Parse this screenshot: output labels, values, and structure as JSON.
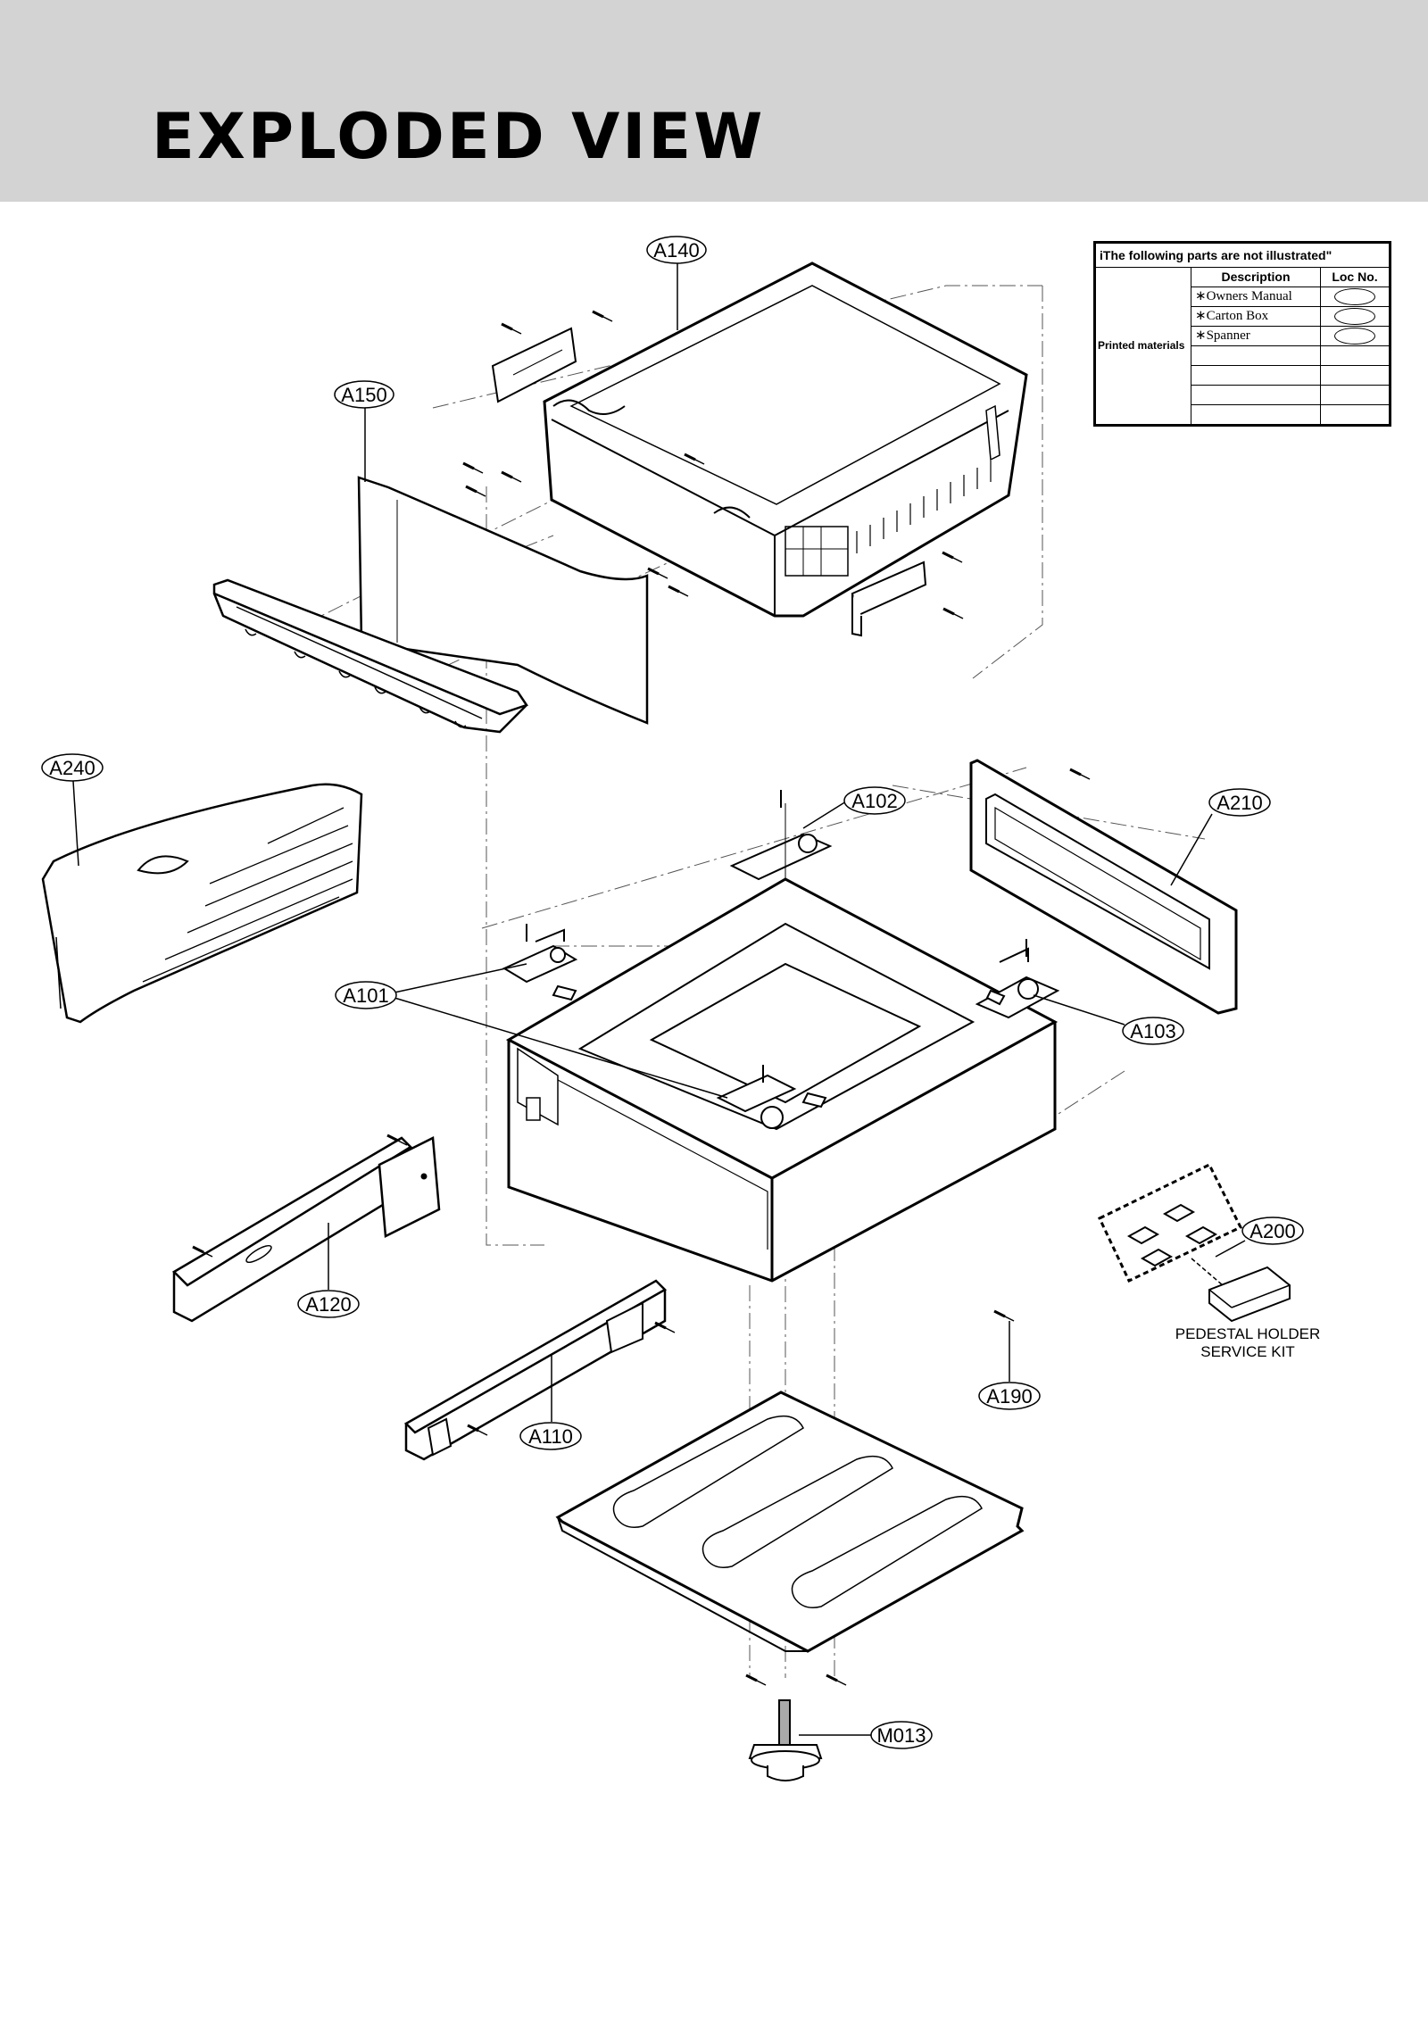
{
  "header": {
    "title": "EXPLODED VIEW"
  },
  "callouts": {
    "a140": "A140",
    "a150": "A150",
    "a240": "A240",
    "a102": "A102",
    "a210": "A210",
    "a101": "A101",
    "a103": "A103",
    "a200": "A200",
    "a120": "A120",
    "a190": "A190",
    "a110": "A110",
    "m013": "M013"
  },
  "service_kit": {
    "line1": "PEDESTAL HOLDER",
    "line2": "SERVICE KIT"
  },
  "parts_table": {
    "caption": "iThe following parts are not illustrated\"",
    "columns": {
      "description": "Description",
      "loc": "Loc No."
    },
    "group_label": "Printed materials",
    "rows": [
      {
        "description": "∗Owners Manual"
      },
      {
        "description": "∗Carton Box"
      },
      {
        "description": "∗Spanner"
      },
      {
        "description": ""
      },
      {
        "description": ""
      },
      {
        "description": ""
      },
      {
        "description": ""
      }
    ]
  }
}
